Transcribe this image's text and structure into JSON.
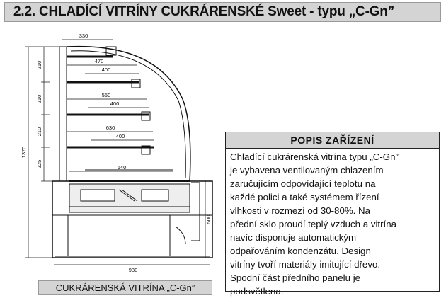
{
  "header": {
    "title": "2.2. CHLADÍCÍ VITRÍNY CUKRÁRENSKÉ Sweet - typu „C-Gn”"
  },
  "drawing": {
    "dim_330": "330",
    "dim_470": "470",
    "dim_400_a": "400",
    "dim_550": "550",
    "dim_400_b": "400",
    "dim_630": "630",
    "dim_400_c": "400",
    "dim_640": "640",
    "dim_1370": "1370",
    "dim_210_a": "210",
    "dim_210_b": "210",
    "dim_210_c": "210",
    "dim_225": "225",
    "dim_500": "500",
    "dim_930": "930"
  },
  "description": {
    "heading": "POPIS ZAŘÍZENÍ",
    "lines": [
      "Chladící cukrárenská vitrína typu „C-Gn”",
      "je vybavena ventilovaným chlazením",
      "zaručujícím odpovídající teplotu na",
      "každé polici a také systémem řízení",
      "vlhkosti v rozmezí od 30-80%. Na",
      "přední sklo proudí teplý vzduch a vitrína",
      "navíc disponuje automatickým",
      "odpařováním kondenzátu. Design",
      "vitríny tvoří materiály imitující dřevo.",
      "Spodní část předního panelu je",
      "podsvětlena."
    ]
  },
  "caption": "CUKRÁRENSKÁ VITRÍNA „C-Gn”"
}
